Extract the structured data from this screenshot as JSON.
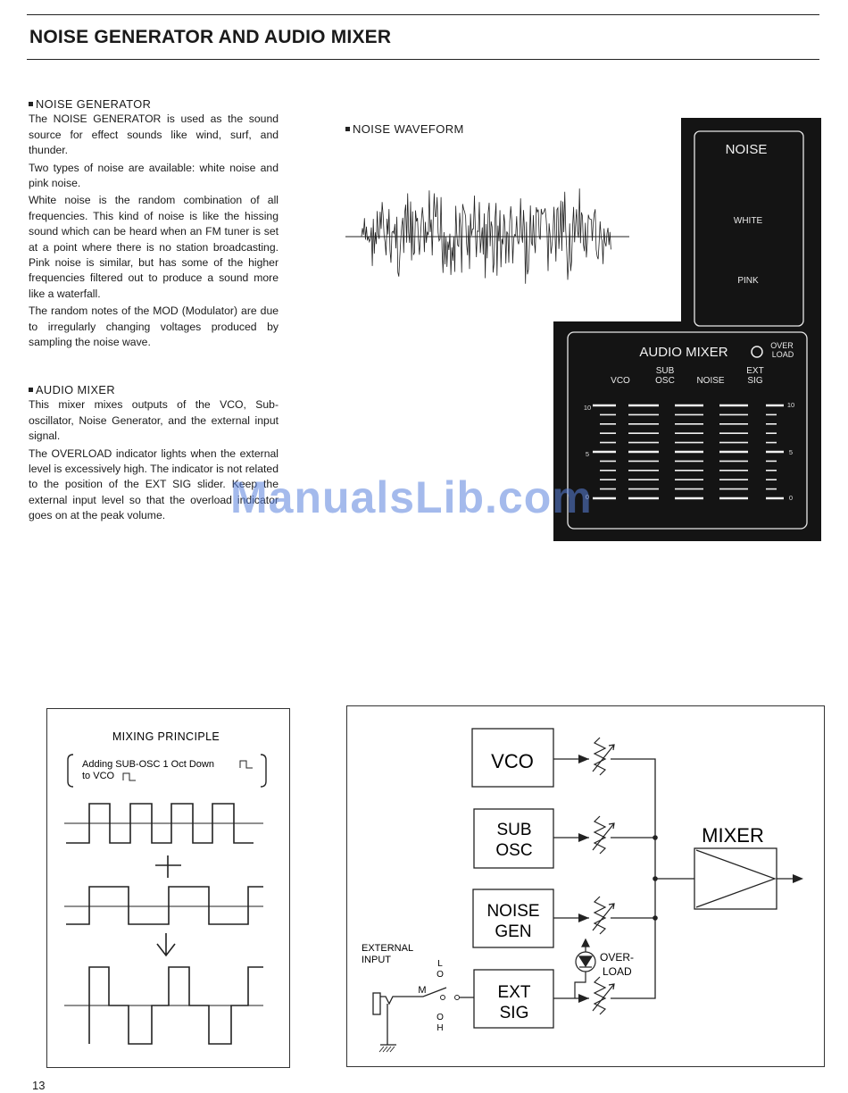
{
  "header": {
    "title": "NOISE GENERATOR AND AUDIO MIXER"
  },
  "noise_section": {
    "heading": "NOISE GENERATOR",
    "paragraphs": [
      "The NOISE GENERATOR is used as the sound source for effect sounds like wind, surf, and thunder.",
      "Two types of noise are available: white noise and pink noise.",
      "White noise is the random combination of all frequencies. This kind of noise is like the hissing sound which can be heard when an FM tuner is set at a point where there is no station broadcasting. Pink noise is similar, but has some of the higher frequencies filtered out to produce a sound more like a waterfall.",
      "The random notes of the MOD (Modulator) are due to irregularly changing voltages produced by sampling the noise wave."
    ]
  },
  "mixer_section": {
    "heading": "AUDIO MIXER",
    "paragraphs": [
      "This mixer mixes outputs of the VCO, Sub-oscillator, Noise Generator, and the external input signal.",
      "The OVERLOAD indicator lights when the external level is excessively high. The indicator is not related to the position of the EXT SIG slider. Keep the external input level so that the overload indicator goes on at the peak volume."
    ]
  },
  "waveform": {
    "title": "NOISE WAVEFORM"
  },
  "panel": {
    "noise_title": "NOISE",
    "white_label": "WHITE",
    "pink_label": "PINK",
    "mixer_title": "AUDIO MIXER",
    "overload_line1": "OVER",
    "overload_line2": "LOAD",
    "channels": [
      {
        "line1": "",
        "line2": "VCO"
      },
      {
        "line1": "SUB",
        "line2": "OSC"
      },
      {
        "line1": "",
        "line2": "NOISE"
      },
      {
        "line1": "EXT",
        "line2": "SIG"
      }
    ],
    "left_scale": [
      "10",
      "5",
      "0"
    ],
    "right_scale": [
      "10",
      "5",
      "0"
    ]
  },
  "mixing_principle": {
    "title": "MIXING PRINCIPLE",
    "caption_line1": "Adding SUB-OSC 1 Oct Down",
    "caption_line2": "to VCO"
  },
  "block_diagram": {
    "vco": "VCO",
    "sub_line1": "SUB",
    "sub_line2": "OSC",
    "noise_line1": "NOISE",
    "noise_line2": "GEN",
    "ext_line1": "EXT",
    "ext_line2": "SIG",
    "mixer": "MIXER",
    "external_line1": "EXTERNAL",
    "external_line2": "INPUT",
    "overload_line1": "OVER-",
    "overload_line2": "LOAD",
    "switch_l1": "L",
    "switch_l2": "O",
    "switch_m": "M",
    "switch_h1": "O",
    "switch_h2": "H"
  },
  "watermark": "ManualsLib.com",
  "footer": {
    "page_number": "13"
  }
}
